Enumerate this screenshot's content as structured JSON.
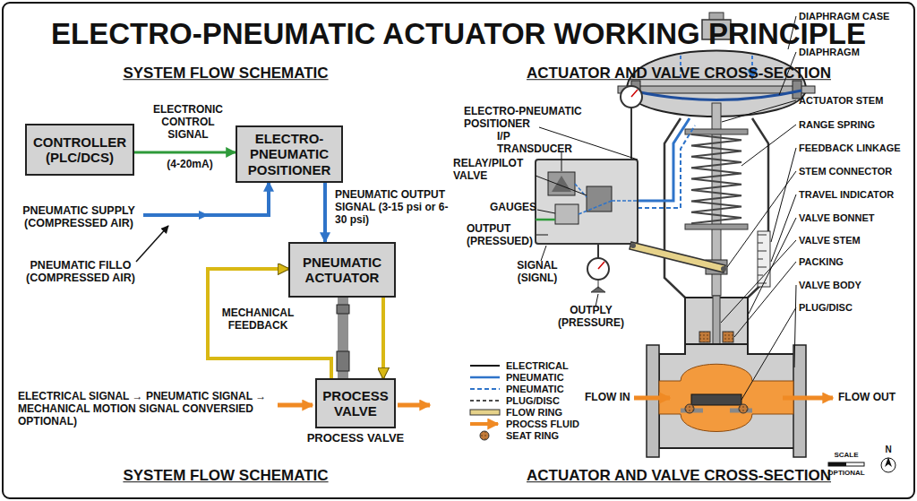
{
  "diagram": {
    "title": "ELECTRO-PNEUMATIC ACTUATOR WORKING PRINCIPLE",
    "nodes": [
      {
        "text": [
          "CONTROLLER (PLC/DCS)"
        ]
      },
      {
        "text": [
          "ELECTRO-PNEUMATIC POSITIONER"
        ]
      },
      {
        "text": [
          "PNEUMATIC ACTUATOR"
        ]
      },
      {
        "text": [
          "PROCESS VALVE",
          "PROCESS VALVE"
        ]
      }
    ],
    "edges": [
      {
        "from": 0,
        "to": 1,
        "arrow": "to",
        "label": "ELECTRONIC CONTROL SIGNAL"
      },
      {
        "from": 1,
        "to": 2,
        "arrow": "to",
        "label": "PNEUMATIC OUTPUT SIGNAL (3-15 psi or 6-30 psi)"
      },
      {
        "from": 3,
        "to": 2,
        "arrow": "to",
        "label": "MECHANICAL FEEDBACK"
      },
      {
        "from": 2,
        "to": 3,
        "arrow": "to"
      },
      {
        "from": 2,
        "to": 3,
        "arrow": "none"
      }
    ],
    "labels": [
      "SYSTEM FLOW SCHEMATIC",
      "ACTUATOR AND VALVE CROSS-SECTION",
      "(4-20mA)",
      "PNEUMATIC SUPPLY (COMPRESSED AIR)",
      "PNEUMATIC FILLO (COMPRESSED AIR)",
      "ELECTRICAL SIGNAL → PNEUMATIC SIGNAL → MECHANICAL MOTION SIGNAL CONVERSIED OPTIONAL)",
      "ELECTRO-PNEUMATIC POSITIONER",
      "I/P TRANSDUCER",
      "RELAY/PILOT VALVE",
      "GAUGES",
      "OUTPUT (PRESSUED)",
      "SIGNAL (SIGNL)",
      "OUTPLY (PRESSURE)",
      "DIAPHRAGM CASE",
      "DIAPHRAGM",
      "ACTUATOR STEM",
      "RANGE SPRING",
      "FEEDBACK LINKAGE",
      "STEM CONNECTOR",
      "TRAVEL INDICATOR",
      "VALVE BONNET",
      "VALVE STEM",
      "PACKING",
      "VALVE BODY",
      "PLUG/DISC",
      "FLOW IN",
      "FLOW OUT",
      "SCALE",
      "OPTIONAL",
      "N",
      "SYSTEM FLOW SCHEMATIC",
      "ACTUATOR AND VALVE CROSS-SECTION"
    ],
    "legend": [
      {
        "text": "ELECTRICAL"
      },
      {
        "text": "PNEUMATIC"
      },
      {
        "text": "PNEUMATIC"
      },
      {
        "text": "PLUG/DISC"
      },
      {
        "text": "FLOW RING"
      },
      {
        "text": "PROCSS FLUID"
      },
      {
        "text": "SEAT RING"
      }
    ]
  }
}
